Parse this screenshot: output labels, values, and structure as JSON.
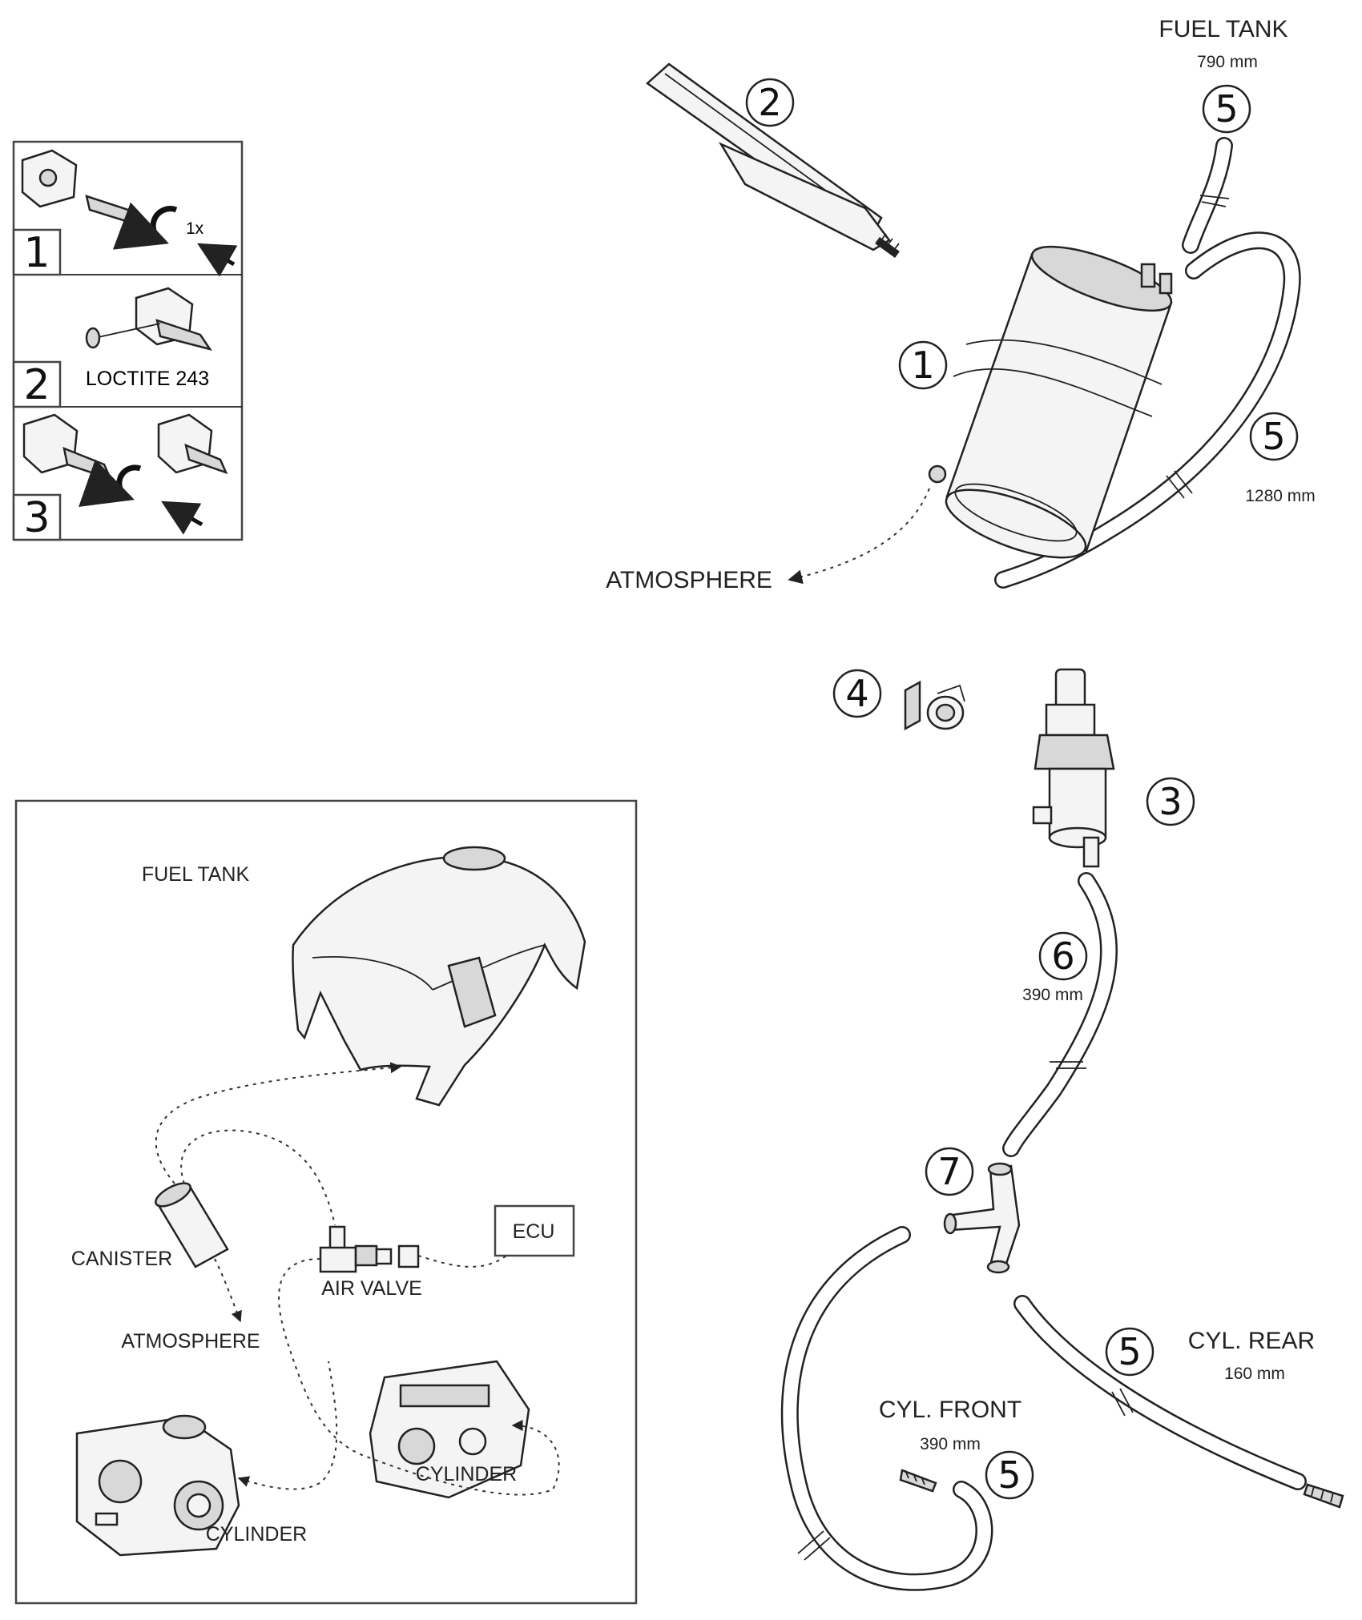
{
  "labels": {
    "fuel_tank_top": "FUEL TANK",
    "len_790": "790 mm",
    "len_1280": "1280 mm",
    "atmosphere_main": "ATMOSPHERE",
    "len_390_hose6": "390 mm",
    "cyl_rear": "CYL. REAR",
    "len_160": "160 mm",
    "cyl_front": "CYL. FRONT",
    "len_390_front": "390 mm"
  },
  "callouts": [
    "1",
    "2",
    "3",
    "4",
    "5",
    "6",
    "7"
  ],
  "steps": {
    "one": "1",
    "two": "2",
    "three": "3",
    "turns": "1x",
    "loctite": "LOCTITE 243"
  },
  "inset": {
    "fuel_tank": "FUEL TANK",
    "canister": "CANISTER",
    "air_valve": "AIR VALVE",
    "ecu": "ECU",
    "atmosphere": "ATMOSPHERE",
    "cylinder_right": "CYLINDER",
    "cylinder_left": "CYLINDER"
  }
}
